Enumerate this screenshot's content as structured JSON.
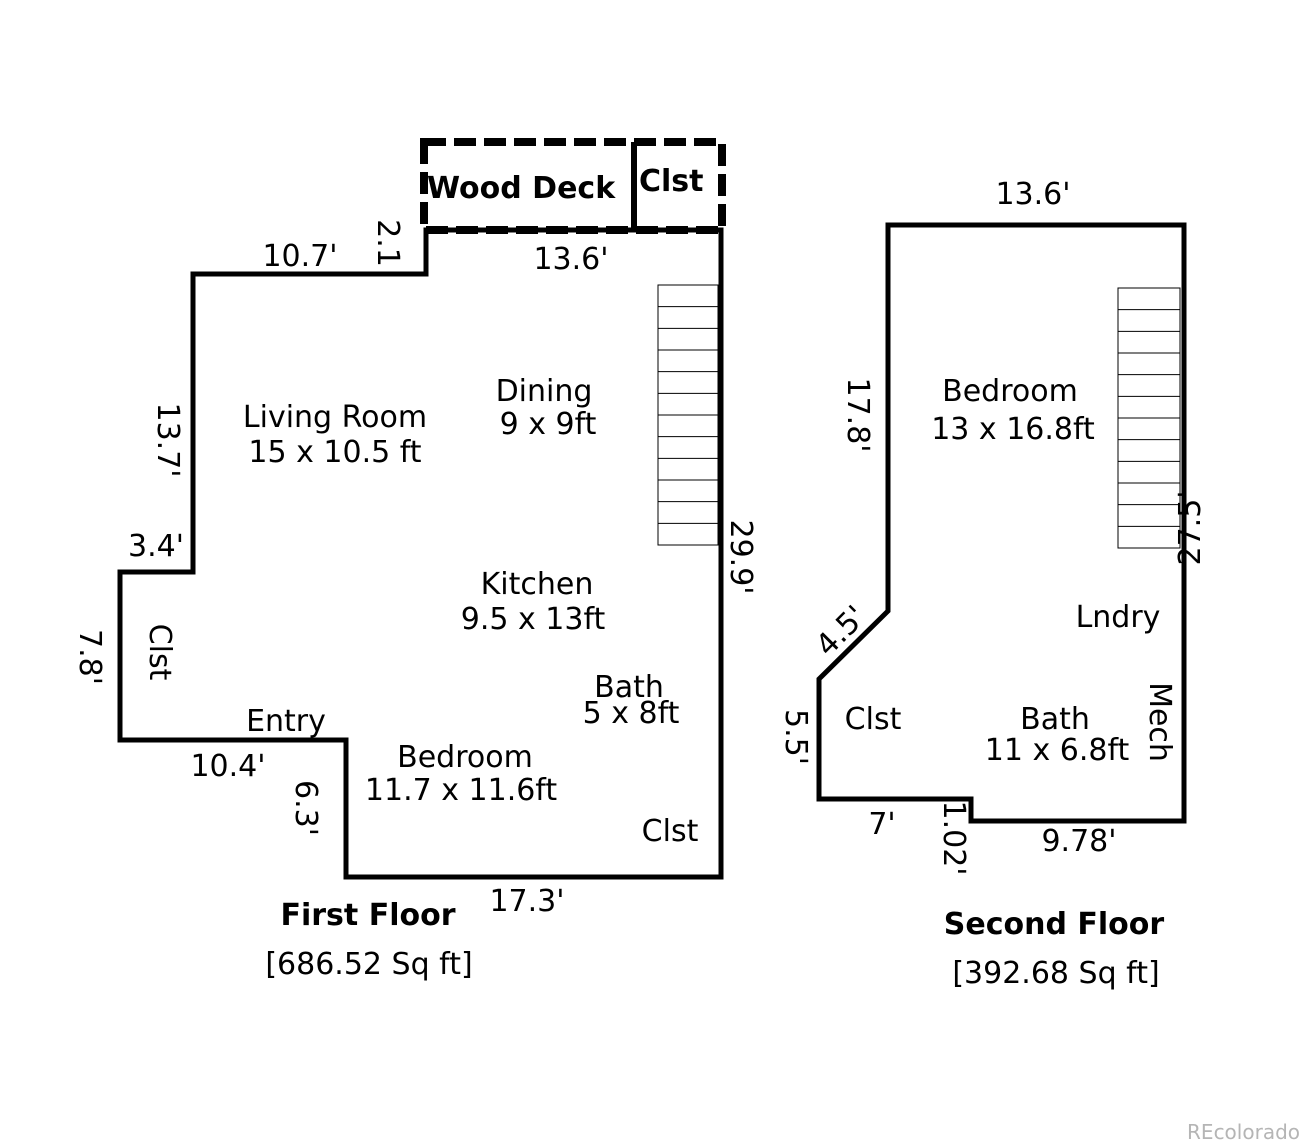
{
  "first_floor": {
    "title": "First Floor",
    "area": "[686.52 Sq ft]",
    "rooms": {
      "wood_deck": "Wood Deck",
      "deck_closet": "Clst",
      "living_room": "Living Room",
      "living_room_size": "15 x 10.5 ft",
      "dining": "Dining",
      "dining_size": "9 x 9ft",
      "kitchen": "Kitchen",
      "kitchen_size": "9.5 x 13ft",
      "bath": "Bath",
      "bath_size": "5 x 8ft",
      "bedroom": "Bedroom",
      "bedroom_size": "11.7 x 11.6ft",
      "entry": "Entry",
      "closet_left": "Clst",
      "closet_bottom": "Clst"
    },
    "dimensions": {
      "top_left": "10.7'",
      "step": "2.1",
      "top_right": "13.6'",
      "left_upper": "13.7'",
      "left_step": "3.4'",
      "left_lower": "7.8'",
      "entry_bottom": "10.4'",
      "entry_step": "6.3'",
      "bottom": "17.3'",
      "right": "29.9'"
    }
  },
  "second_floor": {
    "title": "Second Floor",
    "area": "[392.68 Sq ft]",
    "rooms": {
      "bedroom": "Bedroom",
      "bedroom_size": "13 x 16.8ft",
      "laundry": "Lndry",
      "closet": "Clst",
      "bath": "Bath",
      "bath_size": "11 x 6.8ft",
      "mech": "Mech"
    },
    "dimensions": {
      "top": "13.6'",
      "left": "17.8'",
      "diagonal": "4.5'",
      "left_lower": "5.5'",
      "bottom_left": "7'",
      "step": "1.02'",
      "bottom_right": "9.78'",
      "right": "27.5'"
    }
  },
  "watermark": "REcolorado"
}
